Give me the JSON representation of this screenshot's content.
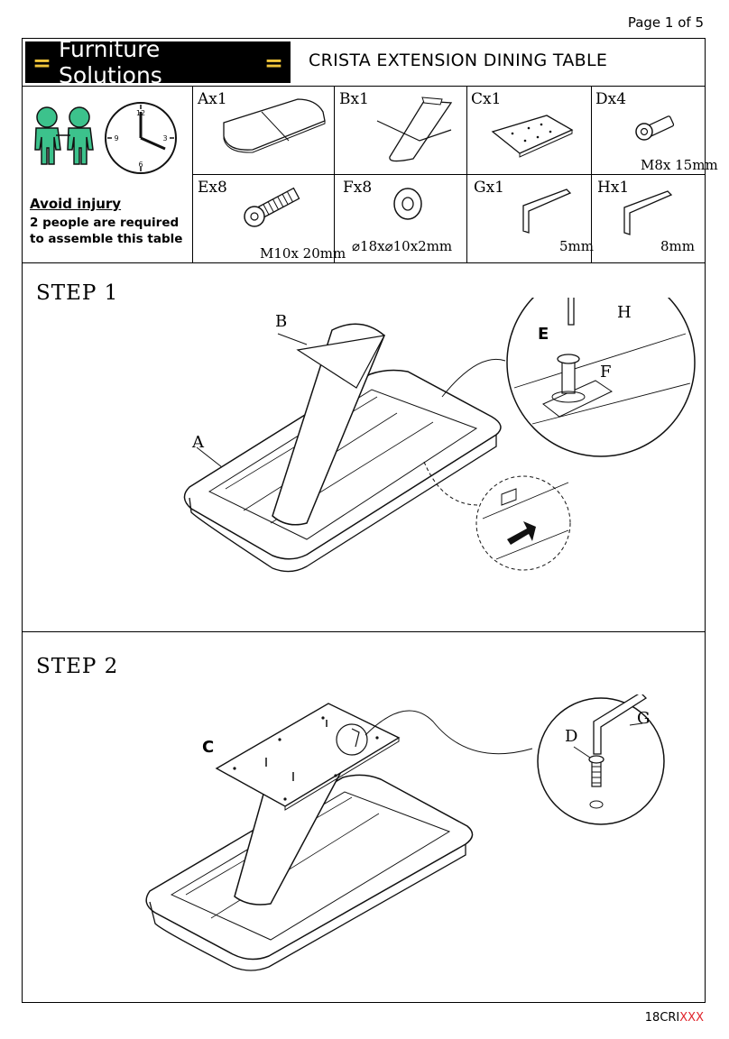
{
  "page": {
    "number_label": "Page 1 of 5"
  },
  "header": {
    "brand": "Furniture Solutions",
    "brand_bar": "=",
    "title": "CRISTA EXTENSION DINING TABLE"
  },
  "safety": {
    "title": "Avoid injury",
    "text": "2 people are required to assemble this table"
  },
  "parts": [
    {
      "label": "Ax1",
      "size": ""
    },
    {
      "label": "Bx1",
      "size": ""
    },
    {
      "label": "Cx1",
      "size": ""
    },
    {
      "label": "Dx4",
      "size": "M8x 15mm"
    },
    {
      "label": "Ex8",
      "size": "M10x 20mm"
    },
    {
      "label": "Fx8",
      "size": "⌀18x⌀10x2mm"
    },
    {
      "label": "Gx1",
      "size": "5mm"
    },
    {
      "label": "Hx1",
      "size": "8mm"
    }
  ],
  "steps": [
    {
      "title": "STEP  1",
      "callouts": [
        "A",
        "B",
        "E",
        "F",
        "H"
      ]
    },
    {
      "title": "STEP  2",
      "callouts": [
        "C",
        "D",
        "G"
      ]
    }
  ],
  "footer": {
    "code_prefix": "18CRI",
    "code_suffix": "XXX"
  },
  "colors": {
    "logo_bar": "#f0c53a",
    "figures": "#3cc28c",
    "code_suffix": "#e0242b"
  }
}
